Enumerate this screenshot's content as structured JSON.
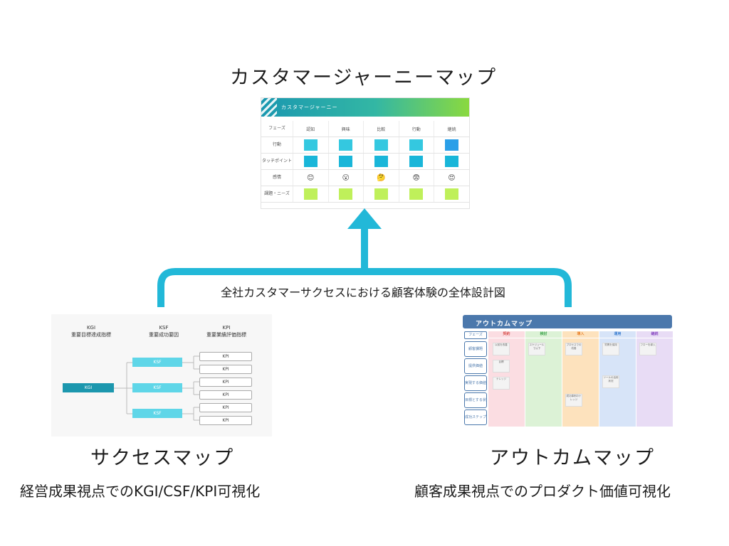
{
  "journey": {
    "caption": "カスタマージャーニーマップ",
    "thumbnail_title": "カスタマージャーニー",
    "phase_label": "フェーズ",
    "phases": [
      "認知",
      "興味",
      "比較",
      "行動",
      "継続"
    ],
    "rows": [
      "行動",
      "タッチポイント",
      "感情",
      "課題・ニーズ"
    ],
    "emotions": [
      "😊",
      "😮",
      "🤔",
      "😨",
      "😍"
    ],
    "sticky_colors": {
      "action": [
        "#34c8e0",
        "#34c8e0",
        "#34c8e0",
        "#34c8e0",
        "#2a9fe8"
      ],
      "touchpoint": [
        "#19b6d9",
        "#19b6d9",
        "#19b6d9",
        "#19b6d9",
        "#19b6d9"
      ],
      "needs": [
        "#bff05a",
        "#bff05a",
        "#bff05a",
        "#bff05a",
        "#bff05a"
      ]
    }
  },
  "center_label": "全社カスタマーサクセスにおける顧客体験の全体設計図",
  "success": {
    "caption": "サクセスマップ",
    "subcaption": "経営成果視点でのKGI/CSF/KPI可視化",
    "kgi_head": [
      "KGI",
      "重要目標達成指標"
    ],
    "ksf_head": [
      "KSF",
      "重要成功要因"
    ],
    "kpi_head": [
      "KPI",
      "重要業績評価指標"
    ],
    "kgi": "KGI",
    "ksf": [
      "KSF",
      "KSF",
      "KSF"
    ],
    "kpi": [
      "KPI",
      "KPI",
      "KPI",
      "KPI",
      "KPI",
      "KPI"
    ]
  },
  "outcome": {
    "caption": "アウトカムマップ",
    "subcaption": "顧客成果視点でのプロダクト価値可視化",
    "thumbnail_title": "アウトカムマップ",
    "phase_label": "フェーズ",
    "columns": [
      {
        "label": "契約",
        "color": "#d9534f",
        "bg": "#fbdde2"
      },
      {
        "label": "検討",
        "color": "#3ba34a",
        "bg": "#dcf2d6"
      },
      {
        "label": "導入",
        "color": "#e9812b",
        "bg": "#fde2bd"
      },
      {
        "label": "運用",
        "color": "#3c7fd1",
        "bg": "#d7e4f8"
      },
      {
        "label": "継続",
        "color": "#8a4cc2",
        "bg": "#e8dcf5"
      }
    ],
    "rows": [
      "顧客課題",
      "提供価値",
      "実現する価値",
      "目標とする状態",
      "成功ステップ"
    ],
    "notes": [
      "以前を改善",
      "スケジュールで以下",
      "プロセスでの改善",
      "質問を保持",
      "フローを導入",
      "目標",
      "ナレッジ",
      "ツールの活用状況",
      "成功事例のナレッジ"
    ]
  }
}
